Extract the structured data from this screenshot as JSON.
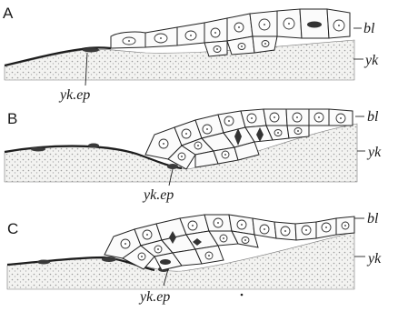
{
  "panels": [
    {
      "letter": "A",
      "labels": {
        "bl": "bl",
        "yk": "yk",
        "ykep": "yk.ep"
      }
    },
    {
      "letter": "B",
      "labels": {
        "bl": "bl",
        "yk": "yk",
        "ykep": "yk.ep"
      }
    },
    {
      "letter": "C",
      "labels": {
        "bl": "bl",
        "yk": "yk",
        "ykep": "yk.ep"
      }
    }
  ]
}
